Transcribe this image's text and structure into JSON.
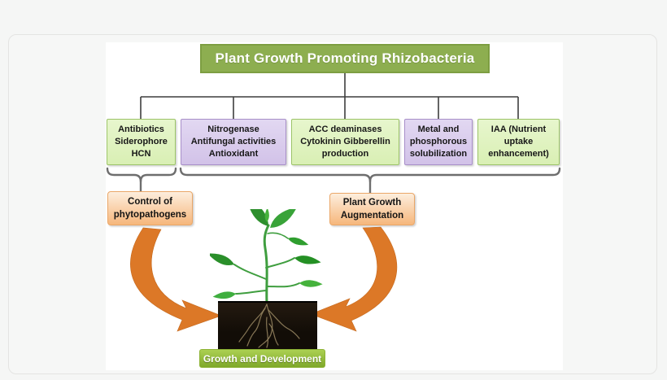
{
  "diagram": {
    "title": "Plant Growth Promoting Rhizobacteria",
    "factor_boxes": [
      {
        "variant": "green",
        "lines": [
          "Antibiotics",
          "Siderophore",
          "HCN"
        ]
      },
      {
        "variant": "purple",
        "lines": [
          "Nitrogenase",
          "Antifungal activities",
          "Antioxidant"
        ]
      },
      {
        "variant": "green",
        "lines": [
          "ACC deaminases",
          "Cytokinin Gibberellin",
          "production"
        ]
      },
      {
        "variant": "purple",
        "lines": [
          "Metal and",
          "phosphorous",
          "solubilization"
        ]
      },
      {
        "variant": "green",
        "lines": [
          "IAA (Nutrient",
          "uptake",
          "enhancement)"
        ]
      }
    ],
    "outcome_boxes": [
      {
        "lines": [
          "Control of",
          "phytopathogens"
        ]
      },
      {
        "lines": [
          "Plant Growth",
          "Augmentation"
        ]
      }
    ],
    "footer_label": "Growth and Development",
    "illustration": "seedling-growing-from-soil-block-with-roots"
  },
  "colors": {
    "page_bg": "#f5f6f5",
    "title_fill": "#8dae50",
    "title_border": "#7d9e42",
    "title_text": "#ffffff",
    "green_fill": "#d9efb4",
    "green_border": "#9cc468",
    "purple_fill": "#d2c2e8",
    "purple_border": "#a88fc9",
    "orange_fill": "#f6b77c",
    "orange_border": "#eaa768",
    "arrow_orange": "#dc7827",
    "footer_top": "#abd052",
    "footer_bottom": "#7fa82a",
    "line_dark": "#3d3d3d",
    "brace_gray": "#6e6e6e",
    "soil_dark": "#120d07",
    "soil_top": "#241a10",
    "text_dark": "#171717",
    "plant_green": "#2f9e33"
  }
}
